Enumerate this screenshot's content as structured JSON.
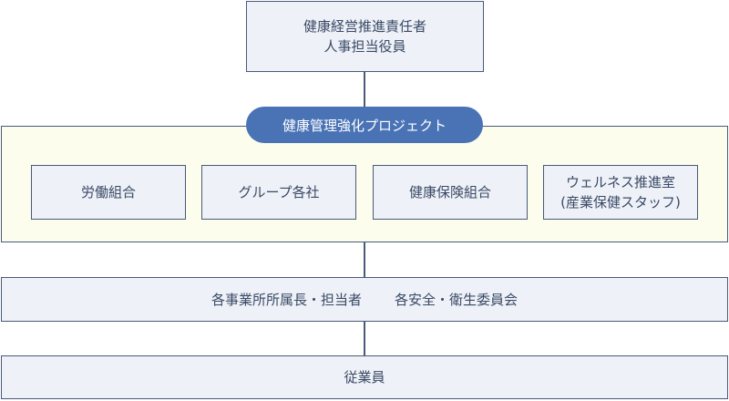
{
  "top": {
    "line1": "健康経営推進責任者",
    "line2": "人事担当役員"
  },
  "project": {
    "label": "健康管理強化プロジェクト"
  },
  "members": [
    {
      "label": "労働組合"
    },
    {
      "label": "グループ各社"
    },
    {
      "label": "健康保険組合"
    },
    {
      "line1": "ウェルネス推進室",
      "line2": "(産業保健スタッフ)"
    }
  ],
  "middle": {
    "left": "各事業所所属長・担当者",
    "right": "各安全・衛生委員会"
  },
  "bottom": {
    "label": "従業員"
  },
  "colors": {
    "accent": "#4a73b6",
    "box_fill": "#eef1f7",
    "group_fill": "#fdfdee",
    "border": "#4a5a78"
  }
}
